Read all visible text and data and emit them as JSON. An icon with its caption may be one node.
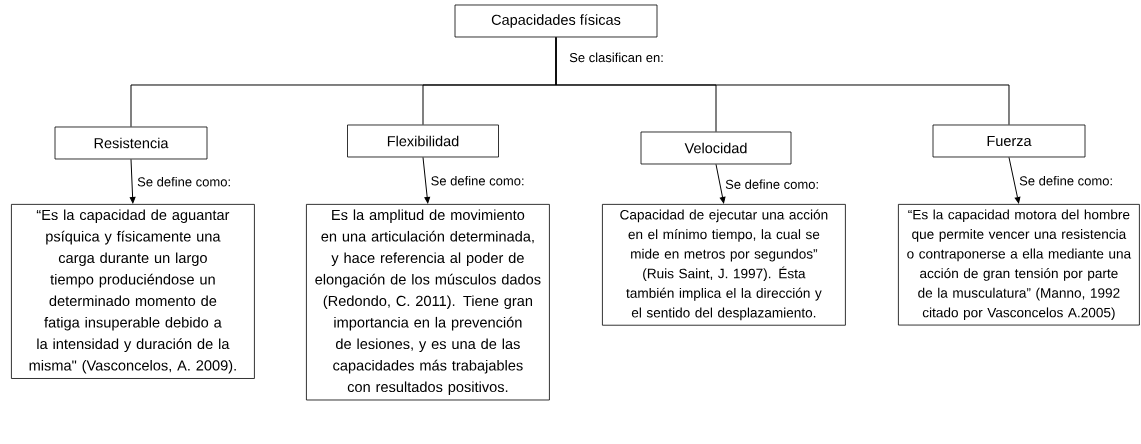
{
  "diagram": {
    "nodes": [
      {
        "text": [
          "Capacidades físicas"
        ],
        "beside": [
          "Se clasifican en:"
        ]
      },
      {
        "text": [
          "Resistencia"
        ]
      },
      {
        "text": [
          "Flexibilidad"
        ]
      },
      {
        "text": [
          "Velocidad"
        ]
      },
      {
        "text": [
          "Fuerza"
        ]
      },
      {
        "text": [
          "“Es la capacidad de aguantar psíquica y físicamente una carga durante un largo tiempo produciéndose un determinado momento de fatiga insuperable debido a la intensidad y duración de la misma\" (Vasconcelos, A. 2009)."
        ]
      },
      {
        "text": [
          "Es la amplitud de movimiento en una articulación determinada, y hace referencia al poder de elongación de los músculos dados (Redondo, C. 2011). Tiene gran importancia en la prevención de lesiones, y es una de las capacidades más trabajables con resultados positivos."
        ]
      },
      {
        "text": [
          "Capacidad de ejecutar una acción en el mínimo tiempo, la cual se mide en metros por segundos” (Ruis Saint, J. 1997). Ésta también implica el la dirección y el sentido del desplazamiento."
        ]
      },
      {
        "text": [
          "“Es la capacidad motora del hombre que permite vencer una resistencia o contraponerse a ella mediante una acción de gran tensión por parte de la musculatura” (Manno, 1992 citado por Vasconcelos A.2005)"
        ]
      }
    ],
    "edges": [
      {
        "from": 0,
        "to": 1,
        "arrow": "none"
      },
      {
        "from": 0,
        "to": 2,
        "arrow": "none"
      },
      {
        "from": 0,
        "to": 3,
        "arrow": "none"
      },
      {
        "from": 0,
        "to": 4,
        "arrow": "none"
      },
      {
        "from": 1,
        "to": 5,
        "arrow": "to",
        "label": "Se define como:"
      },
      {
        "from": 2,
        "to": 6,
        "arrow": "to",
        "label": "Se define como:"
      },
      {
        "from": 3,
        "to": 7,
        "arrow": "to",
        "label": "Se define como:"
      },
      {
        "from": 4,
        "to": 8,
        "arrow": "to",
        "label": "Se define como:"
      }
    ]
  }
}
